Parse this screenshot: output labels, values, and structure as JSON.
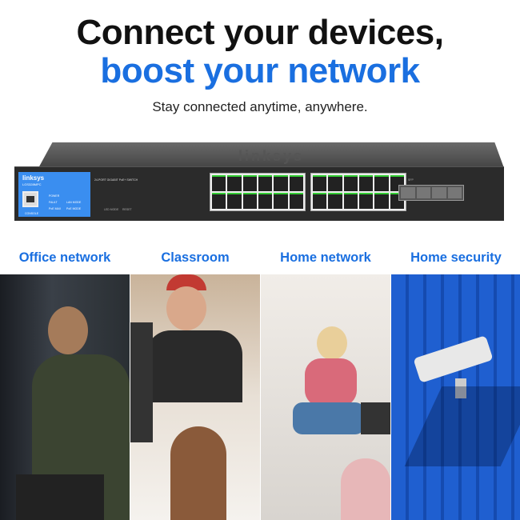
{
  "headline": {
    "line1": "Connect your devices,",
    "line2": "boost your network",
    "subtitle": "Stay connected anytime, anywhere."
  },
  "switch": {
    "brand": "linksys",
    "model": "LGS328MPC",
    "description": "24-PORT GIGABIT PoE+ SWITCH",
    "leds": [
      "POWER",
      "FAULT",
      "LAN MODE",
      "PoE MAX",
      "PoE MODE"
    ],
    "console": "CONSOLE",
    "led_mode": "LED MODE",
    "reset": "RESET",
    "sfp_label": "SFP"
  },
  "use_cases": [
    {
      "label": "Office network"
    },
    {
      "label": "Classroom"
    },
    {
      "label": "Home network"
    },
    {
      "label": "Home security"
    }
  ],
  "colors": {
    "accent": "#1a6fe0",
    "panel": "#3a8ef0",
    "led": "#33cc33"
  }
}
